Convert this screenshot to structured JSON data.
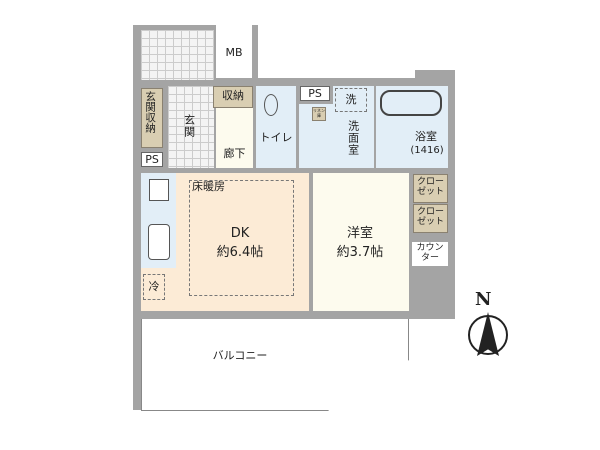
{
  "rooms": {
    "mb": "MB",
    "genkan_storage": "玄関収納",
    "genkan": "玄関",
    "ps1": "PS",
    "storage": "収納",
    "hallway": "廊下",
    "toilet": "トイレ",
    "ps2": "PS",
    "linen": "リネン庫",
    "washer": "洗",
    "washroom": "洗面室",
    "bath": "浴室",
    "bath_size": "(1416)",
    "floor_heating": "床暖房",
    "dk": "DK",
    "dk_size": "約6.4帖",
    "fridge": "冷",
    "western_room": "洋室",
    "western_size": "約3.7帖",
    "closet1": "クローゼット",
    "closet2": "クローゼット",
    "counter": "カウンター",
    "balcony": "バルコニー"
  },
  "compass": {
    "label": "N"
  }
}
